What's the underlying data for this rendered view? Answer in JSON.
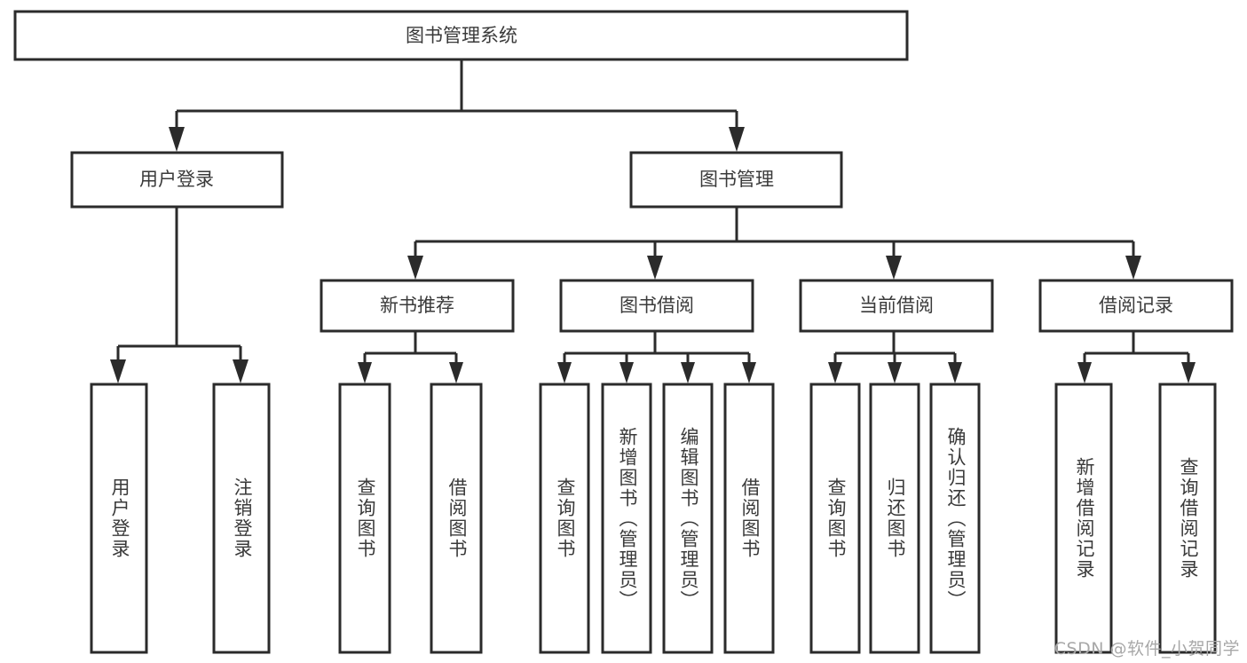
{
  "diagram": {
    "type": "tree",
    "title": "图书管理系统",
    "watermark": "CSDN @软件_小贺同学",
    "colors": {
      "box_stroke": "#2b2b2b",
      "box_fill": "#ffffff",
      "text": "#3a3a3a",
      "connector": "#2b2b2b",
      "watermark": "#a8a8a8",
      "background": "#ffffff"
    },
    "levels": {
      "root": {
        "label": "图书管理系统"
      },
      "level2": [
        {
          "label": "用户登录"
        },
        {
          "label": "图书管理"
        }
      ],
      "level3": [
        {
          "label": "新书推荐"
        },
        {
          "label": "图书借阅"
        },
        {
          "label": "当前借阅"
        },
        {
          "label": "借阅记录"
        }
      ],
      "leaves": [
        {
          "label": "用户登录",
          "parent": "用户登录"
        },
        {
          "label": "注销登录",
          "parent": "用户登录"
        },
        {
          "label": "查询图书",
          "parent": "新书推荐"
        },
        {
          "label": "借阅图书",
          "parent": "新书推荐"
        },
        {
          "label": "查询图书",
          "parent": "图书借阅"
        },
        {
          "label": "新增图书（管理员）",
          "parent": "图书借阅"
        },
        {
          "label": "编辑图书（管理员）",
          "parent": "图书借阅"
        },
        {
          "label": "借阅图书",
          "parent": "图书借阅"
        },
        {
          "label": "查询图书",
          "parent": "当前借阅"
        },
        {
          "label": "归还图书",
          "parent": "当前借阅"
        },
        {
          "label": "确认归还（管理员）",
          "parent": "当前借阅"
        },
        {
          "label": "新增借阅记录",
          "parent": "借阅记录"
        },
        {
          "label": "查询借阅记录",
          "parent": "借阅记录"
        }
      ]
    }
  }
}
